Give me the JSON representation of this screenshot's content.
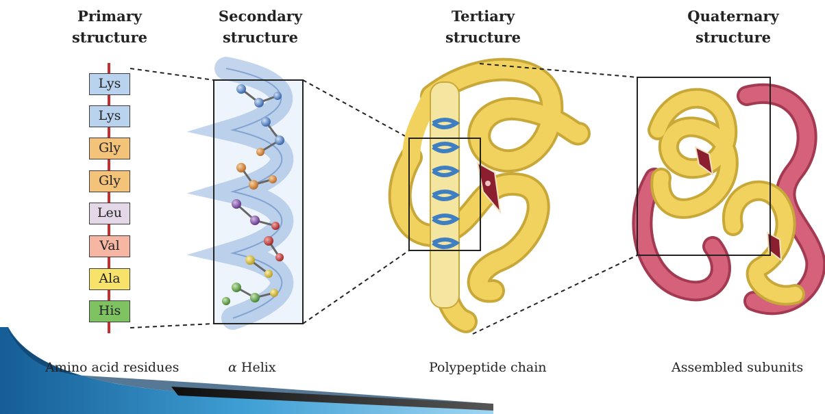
{
  "headings": {
    "primary": [
      "Primary",
      "structure"
    ],
    "secondary": [
      "Secondary",
      "structure"
    ],
    "tertiary": [
      "Tertiary",
      "structure"
    ],
    "quaternary": [
      "Quaternary",
      "structure"
    ]
  },
  "residues": [
    {
      "label": "Lys",
      "color": "#b9d3ef"
    },
    {
      "label": "Lys",
      "color": "#b9d3ef"
    },
    {
      "label": "Gly",
      "color": "#f3c37a"
    },
    {
      "label": "Gly",
      "color": "#f3c37a"
    },
    {
      "label": "Leu",
      "color": "#e3d7e8"
    },
    {
      "label": "Val",
      "color": "#f5b6a4"
    },
    {
      "label": "Ala",
      "color": "#f7e36a"
    },
    {
      "label": "His",
      "color": "#7fc262"
    }
  ],
  "captions": {
    "primary": "Amino acid residues",
    "secondary_symbol": "α",
    "secondary_text": " Helix",
    "tertiary": "Polypeptide chain",
    "quaternary": "Assembled subunits"
  },
  "colors": {
    "backbone": "#c62f2f",
    "helix_ribbon": "#8fb3de",
    "tertiary_chain": "#f1d25e",
    "quaternary_chain_a": "#f1d25e",
    "quaternary_chain_b": "#d5617a",
    "heme": "#8b1f2f",
    "slide_accent": "#1f6fa8"
  }
}
